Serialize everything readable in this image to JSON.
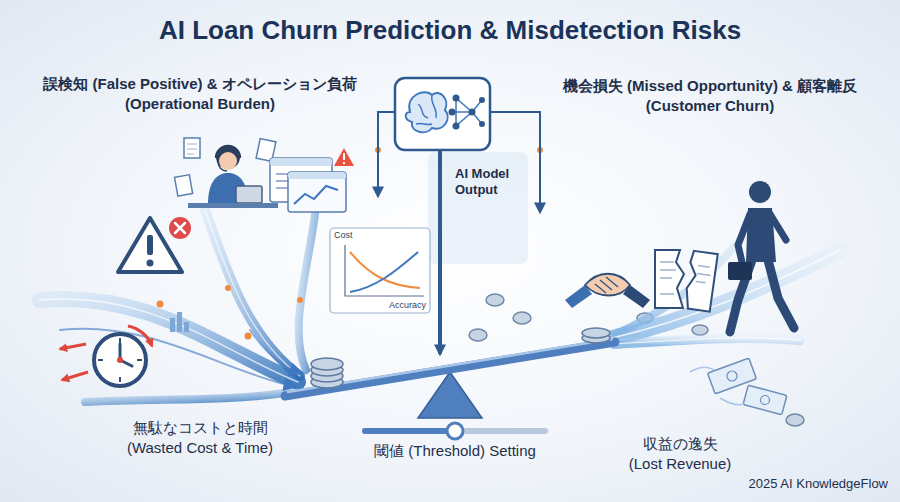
{
  "diagram": {
    "title": "AI Loan Churn Prediction & Misdetection Risks",
    "nodes": [
      {
        "text": [
          "AI Model Output"
        ]
      },
      {
        "text": [
          "Cost",
          "Accuracy"
        ]
      },
      {
        "text": [
          "閾値 (Threshold) Setting"
        ]
      }
    ],
    "labels": [
      "誤検知 (False Positive) & オペレーション負荷 (Operational Burden)",
      "機会損失 (Missed Opportunity) & 顧客離反 (Customer Churn)",
      "無駄なコストと時間 (Wasted Cost & Time)",
      "収益の逸失 (Lost Revenue)",
      "2025 AI KnowledgeFlow"
    ]
  }
}
